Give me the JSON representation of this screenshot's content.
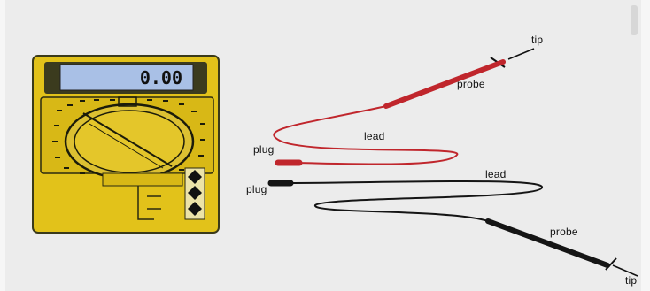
{
  "meter": {
    "display_value": "0.00",
    "body_color": "#e2c21a",
    "display_color": "#a9c0e6"
  },
  "labels": {
    "red_tip": "tip",
    "red_probe": "probe",
    "red_lead": "lead",
    "red_plug": "plug",
    "black_plug": "plug",
    "black_lead": "lead",
    "black_probe": "probe",
    "black_tip": "tip"
  },
  "colors": {
    "red_lead": "#c0262c",
    "black_lead": "#151515",
    "background": "#ececec"
  }
}
